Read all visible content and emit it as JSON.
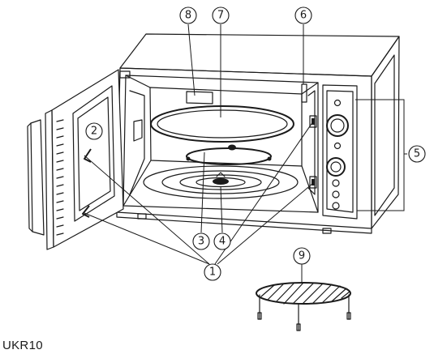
{
  "diagram": {
    "model_code": "UKR10",
    "callouts": [
      {
        "id": "1",
        "label": "1"
      },
      {
        "id": "2",
        "label": "2"
      },
      {
        "id": "3",
        "label": "3"
      },
      {
        "id": "4",
        "label": "4"
      },
      {
        "id": "5",
        "label": "5"
      },
      {
        "id": "6",
        "label": "6"
      },
      {
        "id": "7",
        "label": "7"
      },
      {
        "id": "8",
        "label": "8"
      },
      {
        "id": "9",
        "label": "9"
      }
    ]
  }
}
